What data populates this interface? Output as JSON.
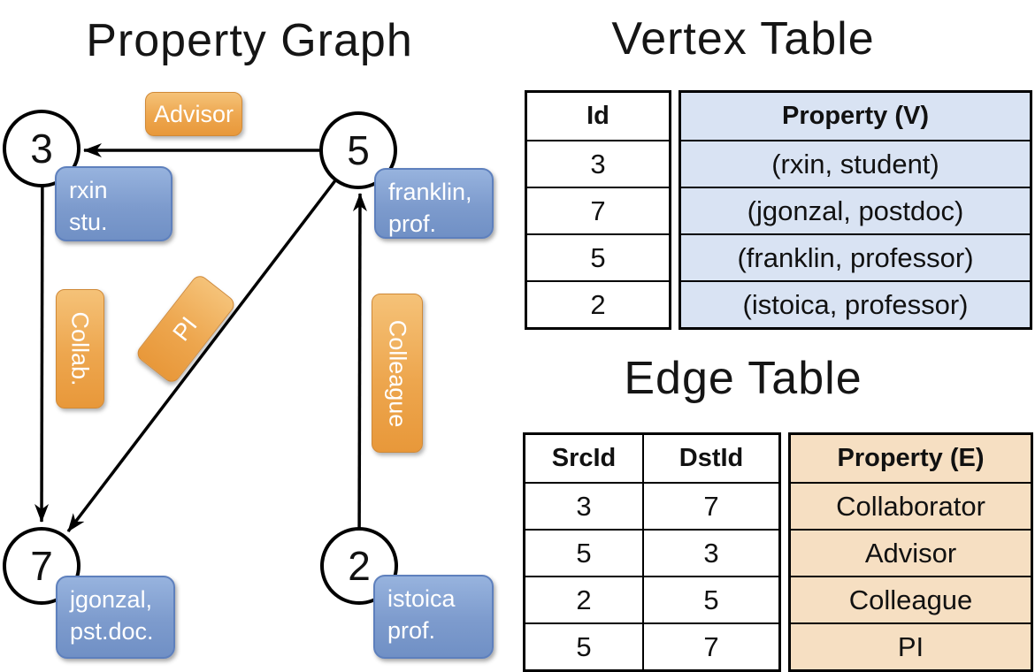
{
  "graph": {
    "title": "Property Graph",
    "vertices": [
      {
        "id": "3",
        "prop_line1": "rxin",
        "prop_line2": "stu."
      },
      {
        "id": "5",
        "prop_line1": "franklin,",
        "prop_line2": "prof."
      },
      {
        "id": "7",
        "prop_line1": "jgonzal,",
        "prop_line2": "pst.doc."
      },
      {
        "id": "2",
        "prop_line1": "istoica",
        "prop_line2": "prof."
      }
    ],
    "edge_labels": {
      "advisor": "Advisor",
      "collab": "Collab.",
      "pi": "PI",
      "colleague": "Colleague"
    }
  },
  "vertex_table": {
    "title": "Vertex Table",
    "headers": {
      "id": "Id",
      "property": "Property (V)"
    },
    "rows": [
      {
        "id": "3",
        "property": "(rxin, student)"
      },
      {
        "id": "7",
        "property": "(jgonzal, postdoc)"
      },
      {
        "id": "5",
        "property": "(franklin, professor)"
      },
      {
        "id": "2",
        "property": "(istoica, professor)"
      }
    ]
  },
  "edge_table": {
    "title": "Edge Table",
    "headers": {
      "src": "SrcId",
      "dst": "DstId",
      "property": "Property (E)"
    },
    "rows": [
      {
        "src": "3",
        "dst": "7",
        "property": "Collaborator"
      },
      {
        "src": "5",
        "dst": "3",
        "property": "Advisor"
      },
      {
        "src": "2",
        "dst": "5",
        "property": "Colleague"
      },
      {
        "src": "5",
        "dst": "7",
        "property": "PI"
      }
    ]
  },
  "colors": {
    "vertex_property_fill": "#d9e3f3",
    "edge_property_fill": "#f6dfc2",
    "orange_accent": "#eda64e",
    "blue_accent": "#7d9bcd",
    "line": "#000000"
  }
}
